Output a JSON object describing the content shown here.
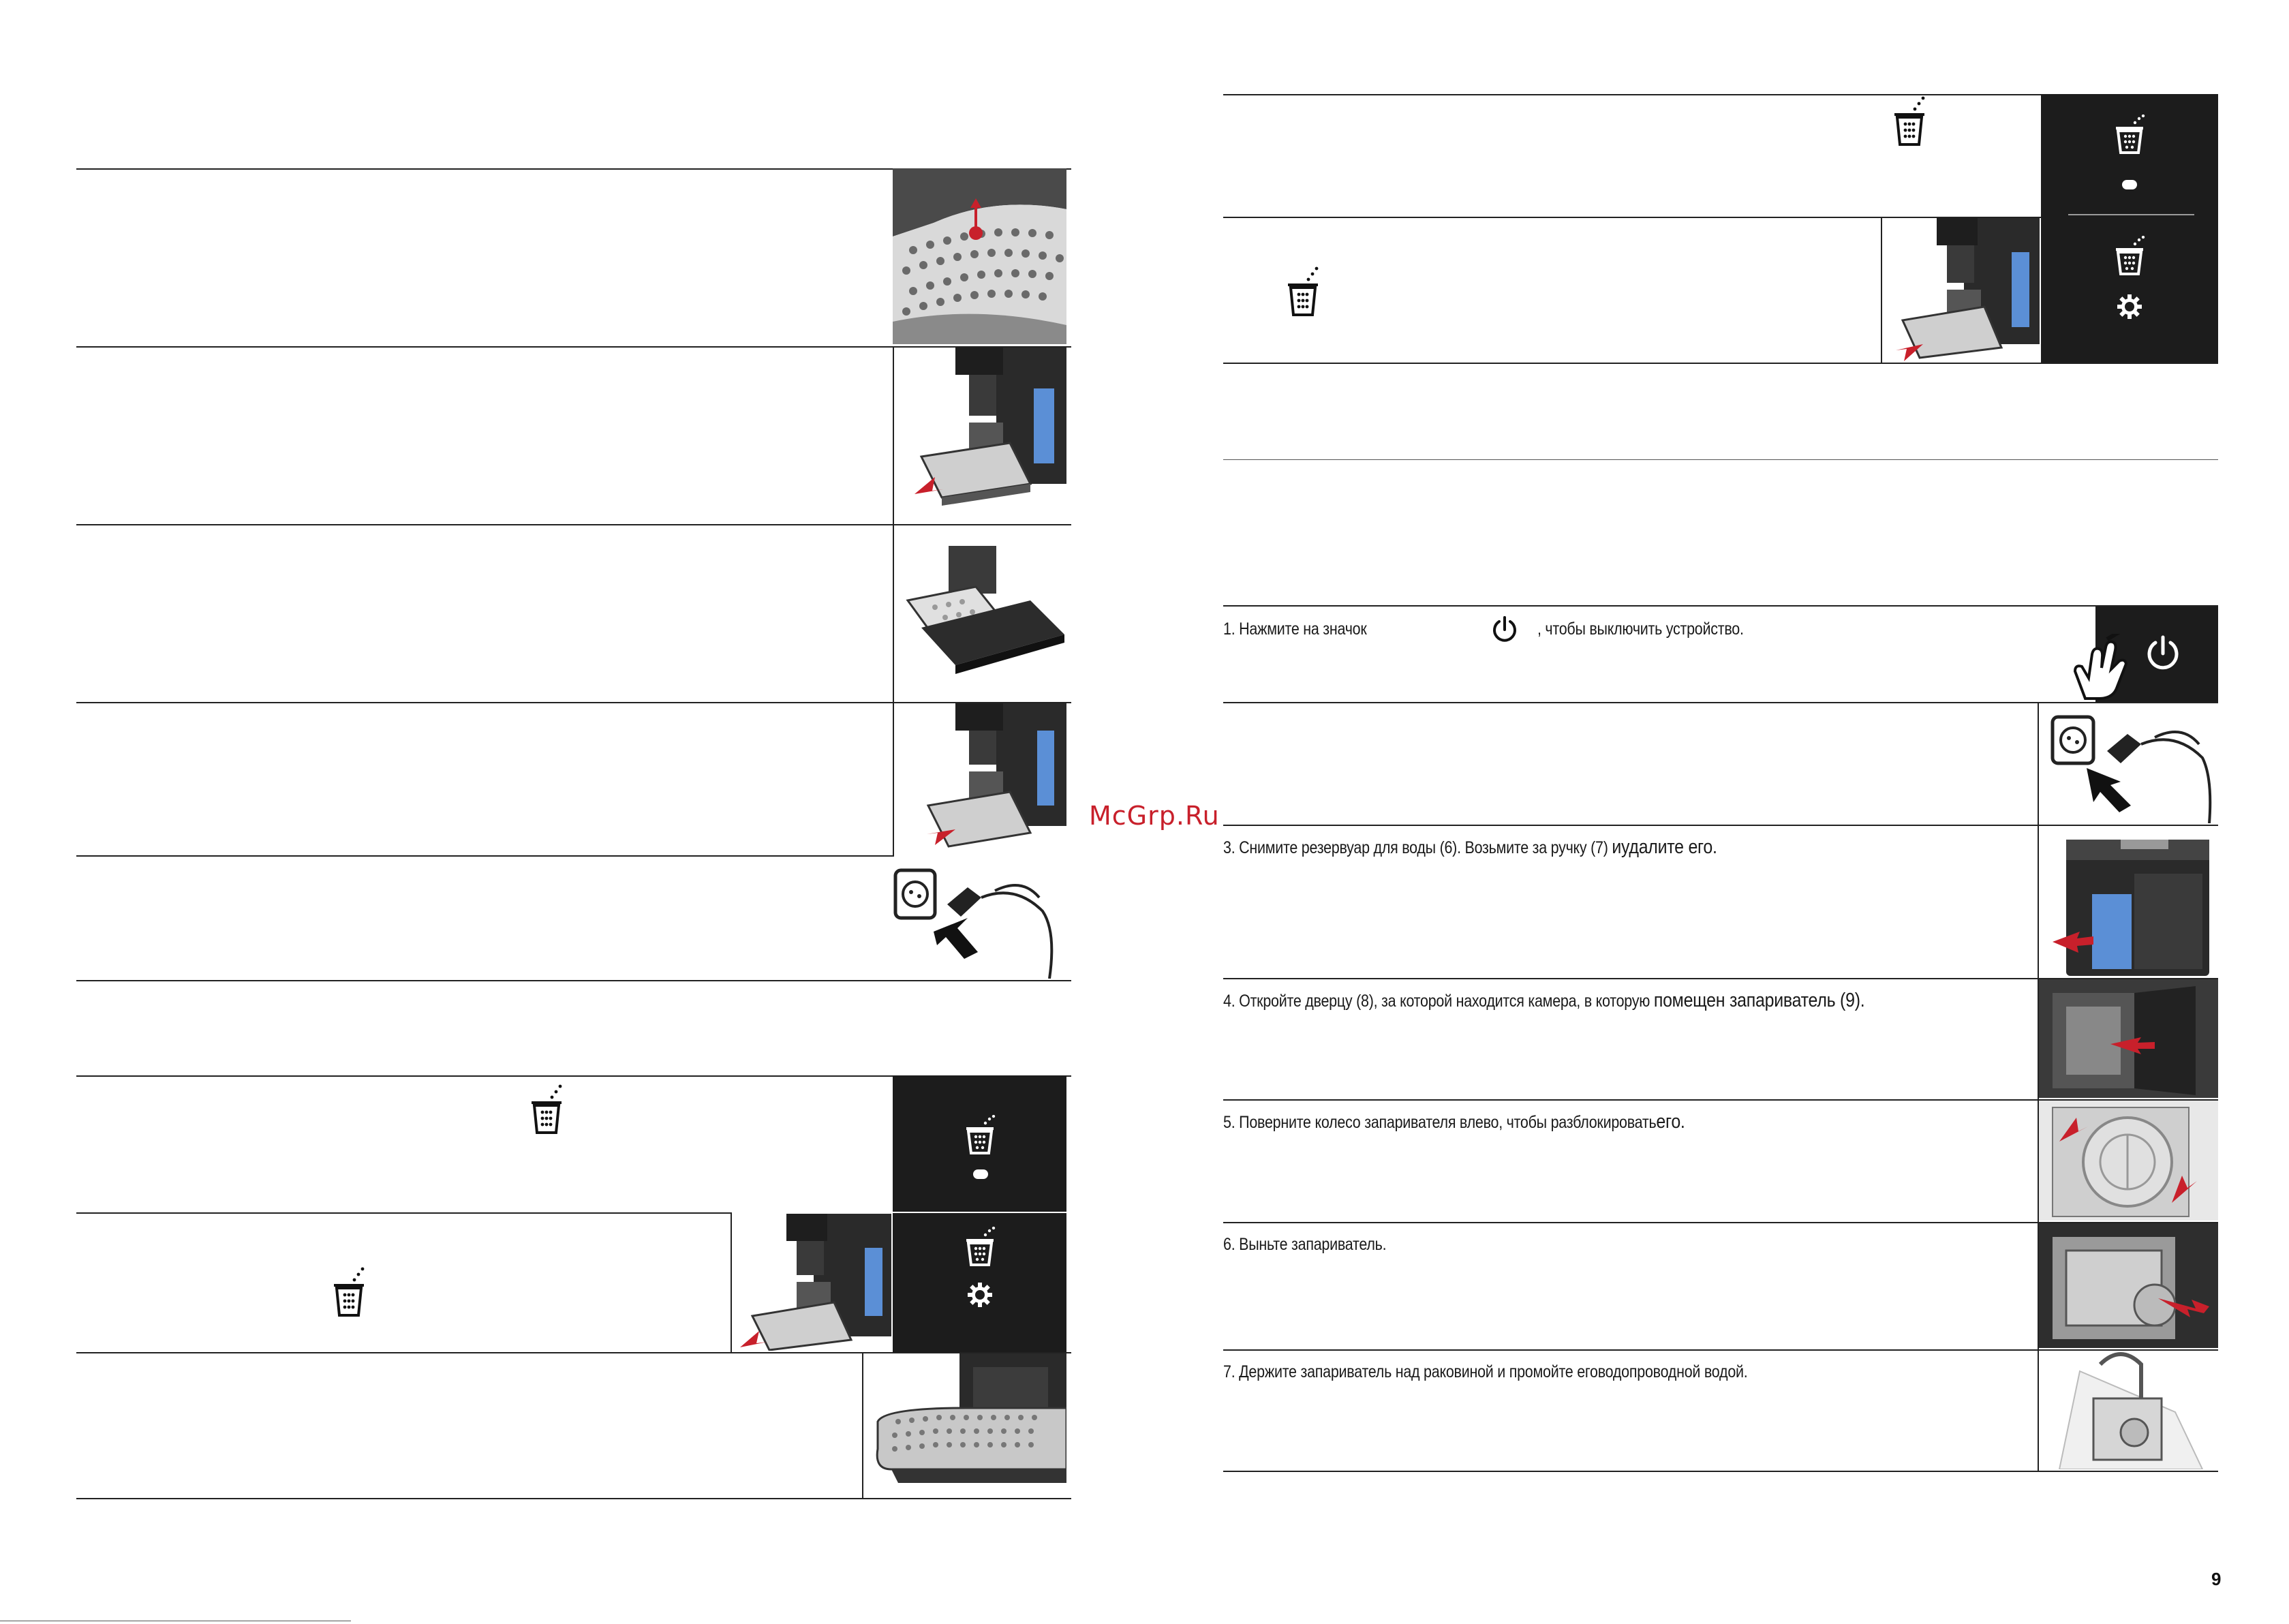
{
  "watermark": "McGrp.Ru",
  "page_number": "9",
  "right_steps": [
    {
      "id": "step1",
      "pre": "1.  Нажмите  на  значок",
      "post": ", чтобы  выключить  устройство.",
      "icon": "power-icon"
    },
    {
      "id": "step3",
      "text": "3. Снимите резервуар для воды (6). Возьмите за ручку (7) ",
      "text_big": "иудалите его."
    },
    {
      "id": "step4",
      "text": "4. Откройте дверцу (8), за которой находится камера, в которую ",
      "text_big": "помещен запариватель (9)."
    },
    {
      "id": "step5",
      "text": "5. Поверните колесо запаривателя влево, чтобы разблокировать",
      "text_big": "его."
    },
    {
      "id": "step6",
      "text": "6.  Выньте  запариватель."
    },
    {
      "id": "step7",
      "text": "7. Держите запариватель над раковиной и промойте егов",
      "text_tail": "одопроводной водой."
    }
  ],
  "icons": {
    "bin": "grounds-bin-icon",
    "power": "power-icon",
    "settings": "gear-icon",
    "hand": "hand-pointer-icon"
  },
  "colors": {
    "panel": "#1c1c1c",
    "accent": "#c8202b",
    "tank": "#5b8fd6"
  }
}
